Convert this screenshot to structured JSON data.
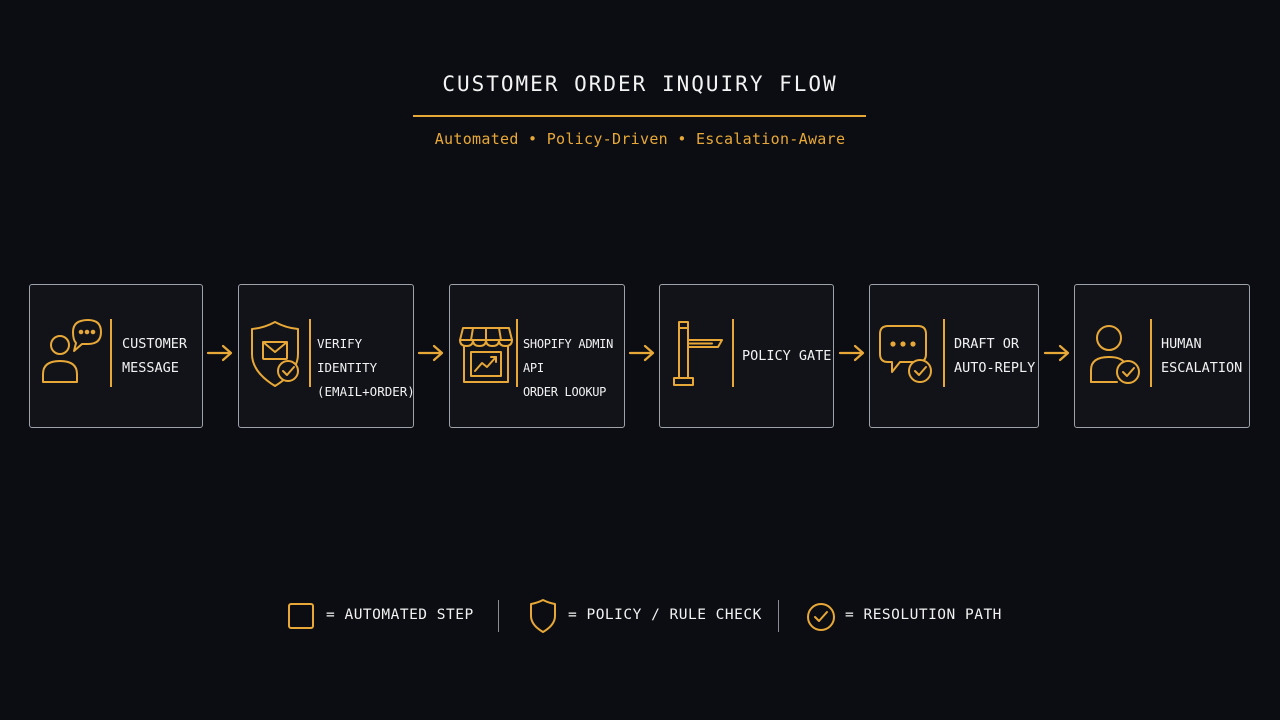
{
  "header": {
    "title": "CUSTOMER ORDER INQUIRY FLOW",
    "subtitle": "Automated • Policy-Driven • Escalation-Aware"
  },
  "colors": {
    "accent": "#e8a838",
    "background": "#0b0d12",
    "box_border": "#9ea2aa",
    "text": "#f2f2f2"
  },
  "steps": [
    {
      "label": "CUSTOMER\nMESSAGE",
      "icon": "person-chat-icon"
    },
    {
      "label": "VERIFY IDENTITY\n(EMAIL+ORDER)",
      "icon": "shield-mail-check-icon"
    },
    {
      "label": "SHOPIFY ADMIN API\nORDER LOOKUP",
      "icon": "storefront-chart-icon"
    },
    {
      "label": "POLICY GATE",
      "icon": "gate-post-icon"
    },
    {
      "label": "DRAFT OR\nAUTO-REPLY",
      "icon": "chat-check-icon"
    },
    {
      "label": "HUMAN\nESCALATION",
      "icon": "person-check-icon"
    }
  ],
  "legend": [
    {
      "label": "= AUTOMATED STEP",
      "icon": "square-icon"
    },
    {
      "label": "= POLICY / RULE CHECK",
      "icon": "shield-icon"
    },
    {
      "label": "= RESOLUTION PATH",
      "icon": "check-circle-icon"
    }
  ]
}
